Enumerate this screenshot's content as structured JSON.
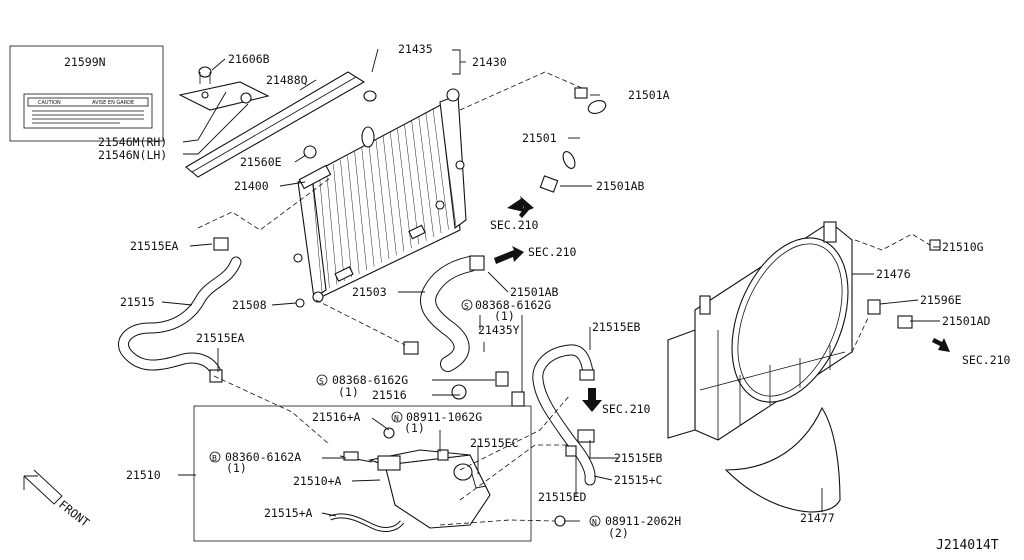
{
  "diagram_id": "J214014T",
  "front_label": "FRONT",
  "label_plate": {
    "part": "21599N",
    "caution_left": "CAUTION",
    "caution_right": "AVISE EN GARDE"
  },
  "labels": {
    "p21606B": "21606B",
    "p21435": "21435",
    "p21430": "21430",
    "p21501A": "21501A",
    "p21488Q": "21488Q",
    "p21546M": "21546M(RH)",
    "p21546N": "21546N(LH)",
    "p21501": "21501",
    "p21560E": "21560E",
    "p21400": "21400",
    "p21501AB_top": "21501AB",
    "sec210_a": "SEC.210",
    "sec210_b": "SEC.210",
    "sec210_c": "SEC.210",
    "sec210_d": "SEC.210",
    "p21515EA_top": "21515EA",
    "p21515": "21515",
    "p21508": "21508",
    "p21503": "21503",
    "p21501AB_mid": "21501AB",
    "p08368_1": "08368-6162G",
    "p08368_1_qty": "(1)",
    "p21435Y": "21435Y",
    "p21515EA_bot": "21515EA",
    "p08368_2": "08368-6162G",
    "p08368_2_qty": "(1)",
    "p21516": "21516",
    "p21516A": "21516+A",
    "p08911_1062": "08911-1062G",
    "p08911_1062_qty": "(1)",
    "p21515EC": "21515EC",
    "p21510": "21510",
    "p08360": "08360-6162A",
    "p08360_qty": "(1)",
    "p21510A": "21510+A",
    "p21515A": "21515+A",
    "p21515EB_top": "21515EB",
    "p21515EB_bot": "21515EB",
    "p21515C": "21515+C",
    "p21515ED": "21515ED",
    "p08911_2062": "08911-2062H",
    "p08911_2062_qty": "(2)",
    "p21510G": "21510G",
    "p21476": "21476",
    "p21596E": "21596E",
    "p21501AD": "21501AD",
    "p21477": "21477"
  },
  "prefix_symbols": {
    "S": "S",
    "N": "N",
    "B": "B"
  }
}
